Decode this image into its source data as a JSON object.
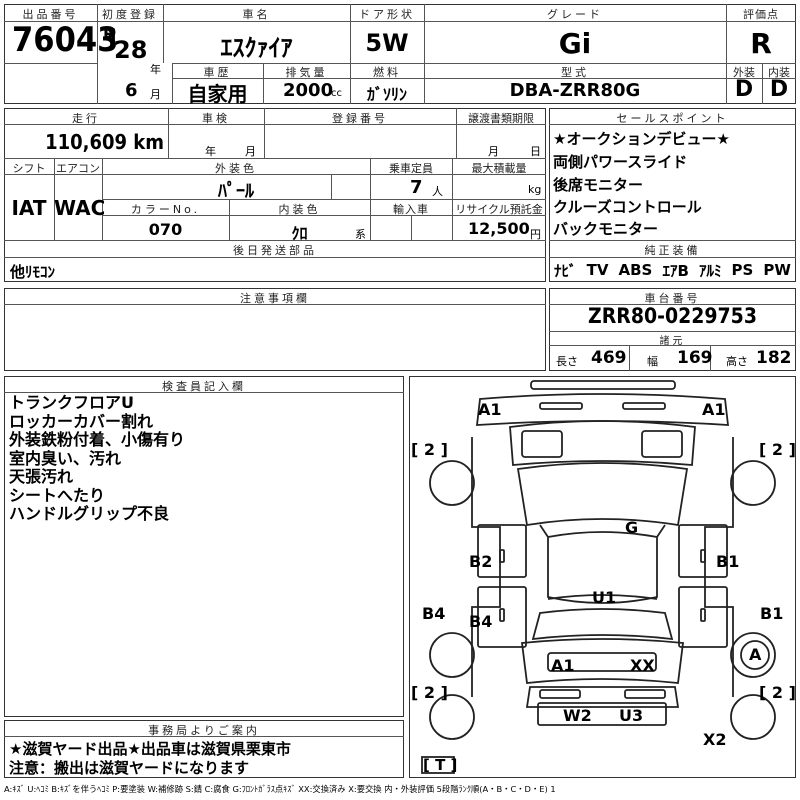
{
  "header": {
    "lot_label": "出品番号",
    "lot_number": "76043",
    "first_reg_label": "初度登録",
    "era": "H",
    "year": "28",
    "year_unit": "年",
    "month": "6",
    "month_unit": "月",
    "car_name_label": "車名",
    "car_name": "ｴｽｸｧｲｱ",
    "door_label": "ドア形状",
    "door": "5W",
    "grade_label": "グレード",
    "grade": "Gi",
    "score_label": "評価点",
    "score": "R",
    "history_label": "車歴",
    "history": "自家用",
    "displacement_label": "排気量",
    "displacement": "2000",
    "displacement_unit": "cc",
    "fuel_label": "燃料",
    "fuel": "ｶﾞｿﾘﾝ",
    "model_label": "型式",
    "model": "DBA-ZRR80G",
    "exterior_label": "外装",
    "exterior": "D",
    "interior_label": "内装",
    "interior": "D"
  },
  "row2": {
    "mileage_label": "走行",
    "mileage": "110,609 km",
    "inspection_label": "車検",
    "insp_year_unit": "年",
    "insp_month_unit": "月",
    "reg_label": "登録番号",
    "transfer_label": "譲渡書類期限",
    "transfer_month_unit": "月",
    "transfer_day_unit": "日",
    "shift_label": "シフト",
    "shift": "IAT",
    "ac_label": "エアコン",
    "ac": "WAC",
    "color_label": "外装色",
    "color": "ﾊﾟｰﾙ",
    "capacity_label": "乗車定員",
    "capacity": "7",
    "capacity_unit": "人",
    "max_load_label": "最大積載量",
    "max_load_unit": "kg",
    "color_no_label": "カラーNo.",
    "color_no": "070",
    "interior_color_label": "内装色",
    "interior_color": "ｸﾛ",
    "interior_color_unit": "系",
    "import_label": "輸入車",
    "recycle_label": "リサイクル預託金",
    "recycle": "12,500",
    "recycle_unit": "円",
    "later_label": "後日発送部品",
    "later": "他ﾘﾓｺﾝ"
  },
  "sales_points": {
    "label": "セールスポイント",
    "items": [
      "★オークションデビュー★",
      "両側パワースライド",
      "後席モニター",
      "クルーズコントロール",
      "バックモニター"
    ]
  },
  "equipment": {
    "label": "純正装備",
    "items": [
      "ﾅﾋﾞ",
      "TV",
      "ABS",
      "ｴｱB",
      "ｱﾙﾐ",
      "PS",
      "PW"
    ]
  },
  "caution": {
    "label": "注意事項欄"
  },
  "chassis": {
    "label": "車台番号",
    "number": "ZRR80-0229753",
    "spec_label": "諸元",
    "length_label": "長さ",
    "length": "469",
    "width_label": "幅",
    "width": "169",
    "height_label": "高さ",
    "height": "182"
  },
  "inspector": {
    "label": "検査員記入欄",
    "lines": [
      "トランクフロアU",
      "ロッカーカバー割れ",
      "外装鉄粉付着、小傷有り",
      "室内臭い、汚れ",
      "天張汚れ",
      "シートへたり",
      "ハンドルグリップ不良"
    ]
  },
  "office": {
    "label": "事務局よりご案内",
    "lines": [
      "★滋賀ヤード出品★出品車は滋賀県栗東市",
      "注意：搬出は滋賀ヤードになります"
    ]
  },
  "legend": "A:ｷｽﾞ U:ﾍｺﾐ B:ｷｽﾞを伴うﾍｺﾐ P:要塗装 W:補修跡 S:錆 C:腐食 G:ﾌﾛﾝﾄｶﾞﾗｽ点ｷｽﾞ XX:交換済み X:要交換 内・外装評価 5段階ﾗﾝｸ順(A・B・C・D・E) 1",
  "diagram": {
    "marks": {
      "a1_fl": "A1",
      "a1_fr": "A1",
      "two_l1": "[ 2 ]",
      "two_r1": "[ 2 ]",
      "g": "G",
      "b2": "B2",
      "b1_r": "B1",
      "b4_l": "B4",
      "b1_rr": "B1",
      "b4_in": "B4",
      "u1": "U1",
      "a_circle": "A",
      "a1_rear": "A1",
      "xx": "XX",
      "two_l2": "[ 2 ]",
      "two_r2": "[ 2 ]",
      "w2": "W2",
      "u3": "U3",
      "x2": "X2",
      "t": "[ T ]"
    }
  }
}
